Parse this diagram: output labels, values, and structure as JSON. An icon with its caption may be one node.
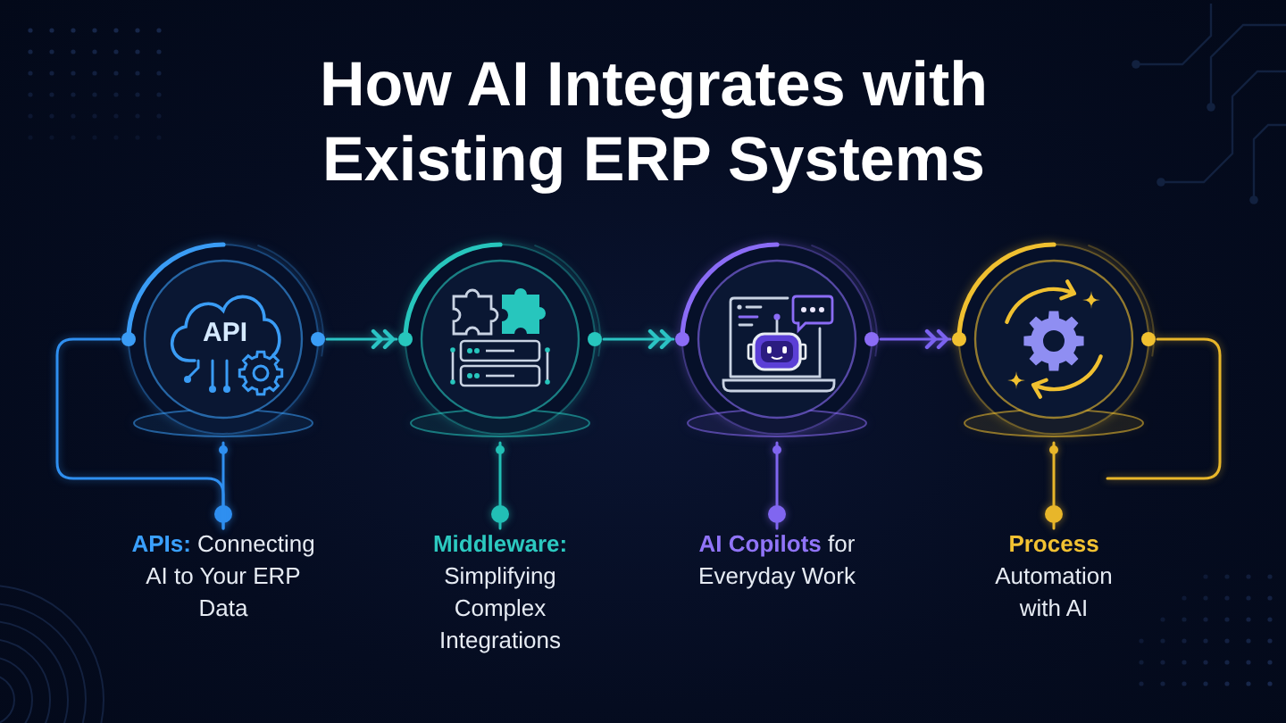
{
  "diagram": {
    "title": "How AI Integrates with Existing ERP Systems",
    "nodes": [
      {
        "text": [
          "API"
        ]
      },
      {
        "text": [],
        "shape": "circle"
      },
      {
        "text": [],
        "shape": "circle"
      },
      {
        "text": [],
        "shape": "circle"
      },
      {
        "text": [
          "**APIs:** Connecting AI to Your ERP Data"
        ]
      },
      {
        "text": [
          "**Middleware:** Simplifying Complex Integrations"
        ]
      },
      {
        "text": [
          "**AI Copilots** for Everyday Work"
        ]
      },
      {
        "text": [
          "**Process** Automation with AI"
        ]
      }
    ],
    "edges": [
      {
        "from": 0,
        "to": 1,
        "arrow": "to",
        "color": "#2bc4c4"
      },
      {
        "from": 1,
        "to": 2,
        "arrow": "to",
        "color": "#2bc4c4"
      },
      {
        "from": 2,
        "to": 3,
        "arrow": "to",
        "color": "#7b62f0"
      },
      {
        "from": 0,
        "to": 4,
        "arrow": "other",
        "color": "#2f8ff0"
      },
      {
        "from": 1,
        "to": 5,
        "arrow": "other",
        "color": "#22bfb5"
      },
      {
        "from": 2,
        "to": 6,
        "arrow": "other",
        "color": "#8066f0"
      },
      {
        "from": 3,
        "to": 7,
        "arrow": "other",
        "color": "#e8b62a"
      },
      {
        "from": 0,
        "to": 4,
        "arrow": "none",
        "color": "#2f8ff0"
      },
      {
        "from": 3,
        "to": null,
        "arrow": "none",
        "color": "#e8b62a"
      }
    ]
  }
}
